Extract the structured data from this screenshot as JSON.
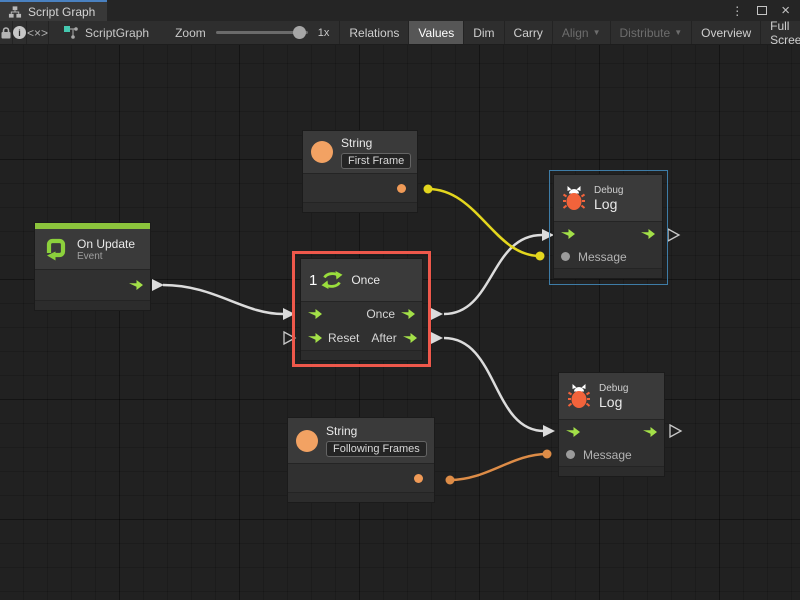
{
  "window": {
    "tab_title": "Script Graph",
    "menu_icon": "⋮",
    "close_icon": "×"
  },
  "toolbar": {
    "graph_name": "ScriptGraph",
    "zoom_label": "Zoom",
    "zoom_value": "1x",
    "code_glyph": "<×>",
    "info_glyph": "i",
    "caret": "▼",
    "buttons": [
      {
        "label": "Relations",
        "state": "normal"
      },
      {
        "label": "Values",
        "state": "active"
      },
      {
        "label": "Dim",
        "state": "normal"
      },
      {
        "label": "Carry",
        "state": "normal"
      },
      {
        "label": "Align",
        "state": "disabled",
        "dropdown": true
      },
      {
        "label": "Distribute",
        "state": "disabled",
        "dropdown": true
      },
      {
        "label": "Overview",
        "state": "normal"
      },
      {
        "label": "Full Screen",
        "state": "normal"
      }
    ]
  },
  "nodes": {
    "string_first": {
      "title": "String",
      "value": "First Frame"
    },
    "on_update": {
      "title": "On Update",
      "subtitle": "Event"
    },
    "once": {
      "badge": "1",
      "title": "Once",
      "out_top": "Once",
      "in_bottom": "Reset",
      "out_bottom": "After"
    },
    "debug_top": {
      "category": "Debug",
      "title": "Log",
      "input": "Message"
    },
    "debug_bottom": {
      "category": "Debug",
      "title": "Log",
      "input": "Message"
    },
    "string_following": {
      "title": "String",
      "value": "Following Frames"
    }
  },
  "colors": {
    "flow_green": "#a3e048",
    "value_orange": "#ef9a57",
    "selection_red": "#ee584b",
    "selection_blue": "#3e7ca6",
    "wire_yellow": "#e3d61e",
    "wire_orange": "#dd8c47",
    "wire_white": "#dcdcdc",
    "event_green": "#8cc43c",
    "tab_accent_blue": "#4a81c0"
  }
}
